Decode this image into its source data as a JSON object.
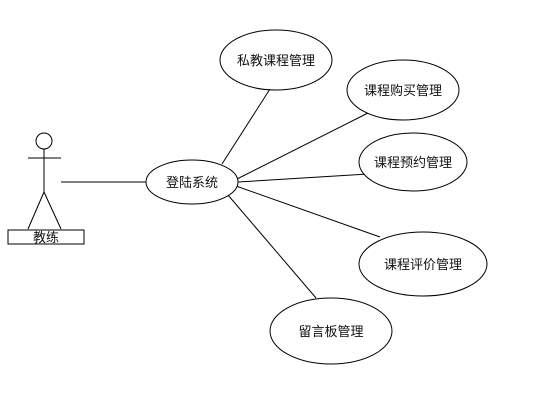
{
  "diagram": {
    "actor": {
      "label": "教练"
    },
    "system": {
      "label": "登陆系统"
    },
    "use_cases": [
      {
        "id": "private-course-management",
        "label": "私教课程管理"
      },
      {
        "id": "course-purchase-management",
        "label": "课程购买管理"
      },
      {
        "id": "course-booking-management",
        "label": "课程预约管理"
      },
      {
        "id": "course-review-management",
        "label": "课程评价管理"
      },
      {
        "id": "message-board-management",
        "label": "留言板管理"
      }
    ]
  }
}
